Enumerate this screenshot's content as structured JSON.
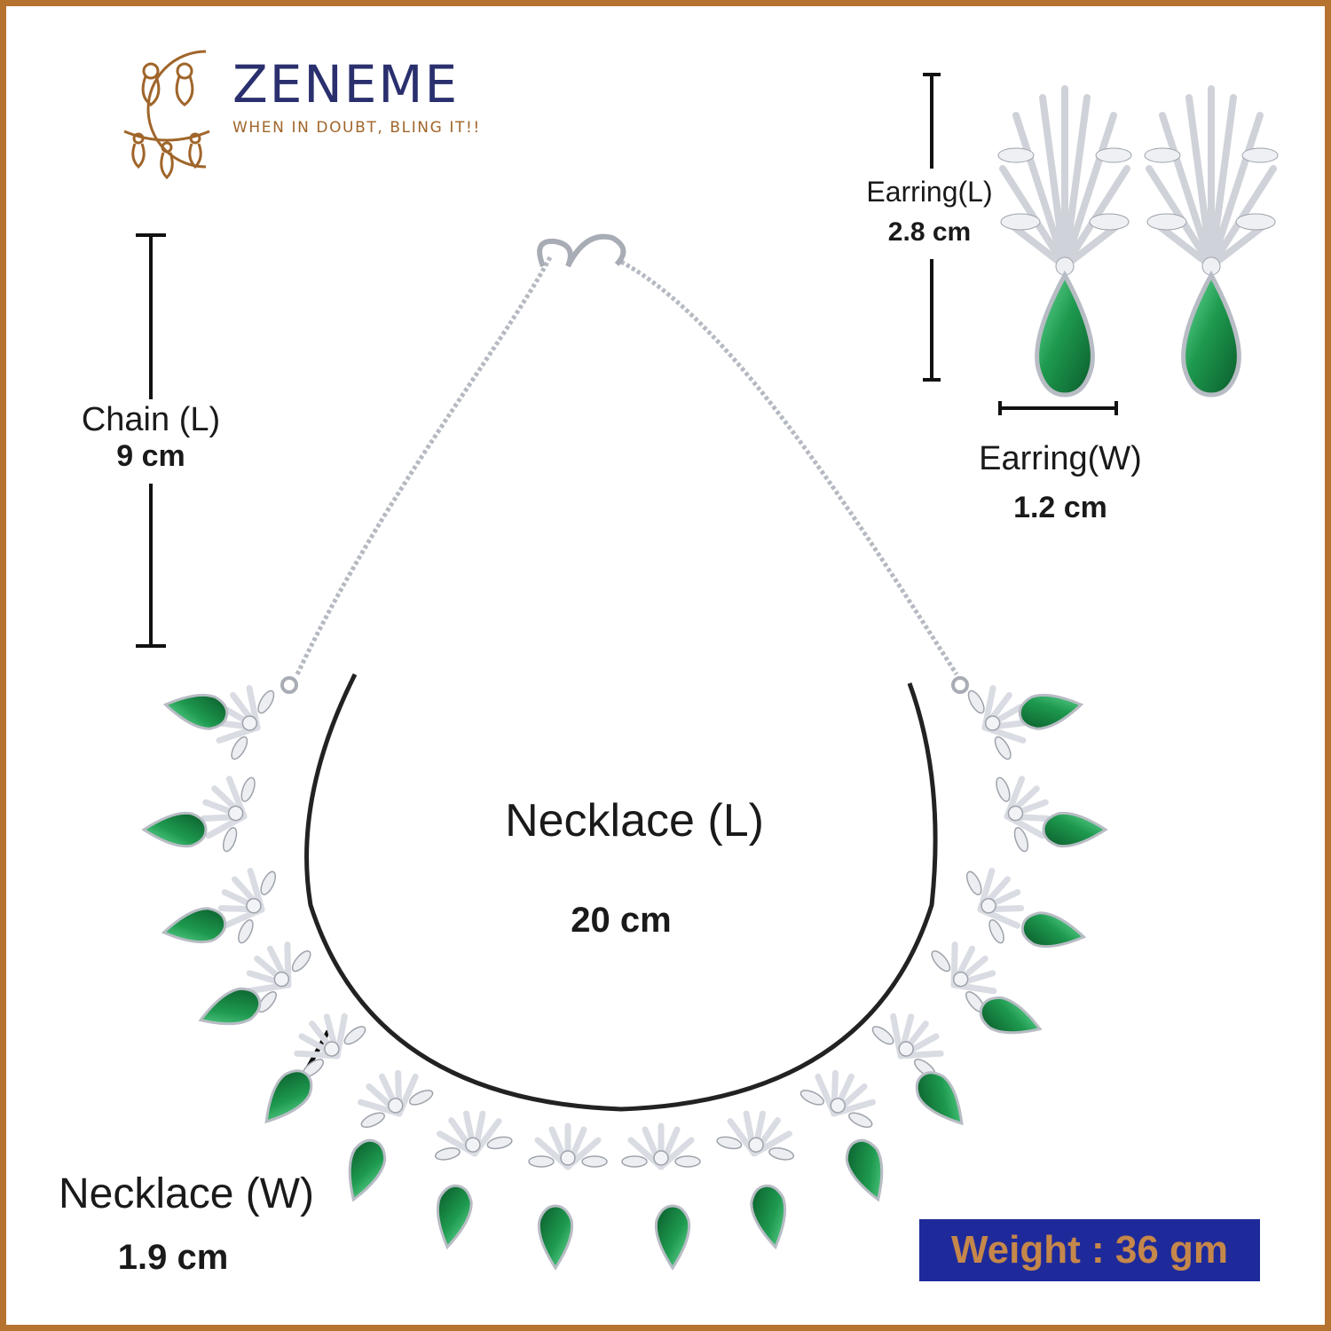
{
  "brand": {
    "name": "ZENEME",
    "tagline": "WHEN IN DOUBT, BLING IT!!"
  },
  "dimensions": {
    "chain_length": {
      "label": "Chain (L)",
      "value": "9 cm"
    },
    "earring_length": {
      "label": "Earring(L)",
      "value": "2.8 cm"
    },
    "earring_width": {
      "label": "Earring(W)",
      "value": "1.2 cm"
    },
    "necklace_length": {
      "label": "Necklace (L)",
      "value": "20 cm"
    },
    "necklace_width": {
      "label": "Necklace (W)",
      "value": "1.9 cm"
    }
  },
  "weight": {
    "text": "Weight : 36 gm"
  },
  "colors": {
    "frame": "#b5732f",
    "brand_text": "#2a2f6e",
    "tagline": "#a0652a",
    "emerald": "#1e9a4f",
    "silver": "#c9ccd2",
    "weight_bg": "#1f2a9a",
    "weight_text": "#c5874a"
  },
  "icons": [
    "earring-logo-icon",
    "necklace-image",
    "earrings-image",
    "dimension-bar-icon"
  ]
}
